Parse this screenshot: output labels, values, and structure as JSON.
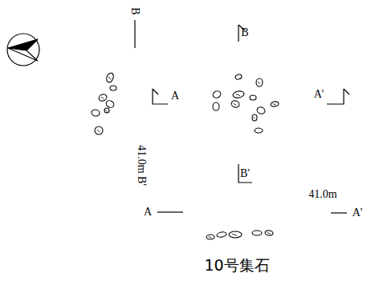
{
  "diagram": {
    "caption": "10号集石",
    "labels": [
      "B",
      "B",
      "A",
      "A'",
      "41.0m",
      "B'",
      "B'",
      "41.0m",
      "A",
      "A'"
    ]
  }
}
